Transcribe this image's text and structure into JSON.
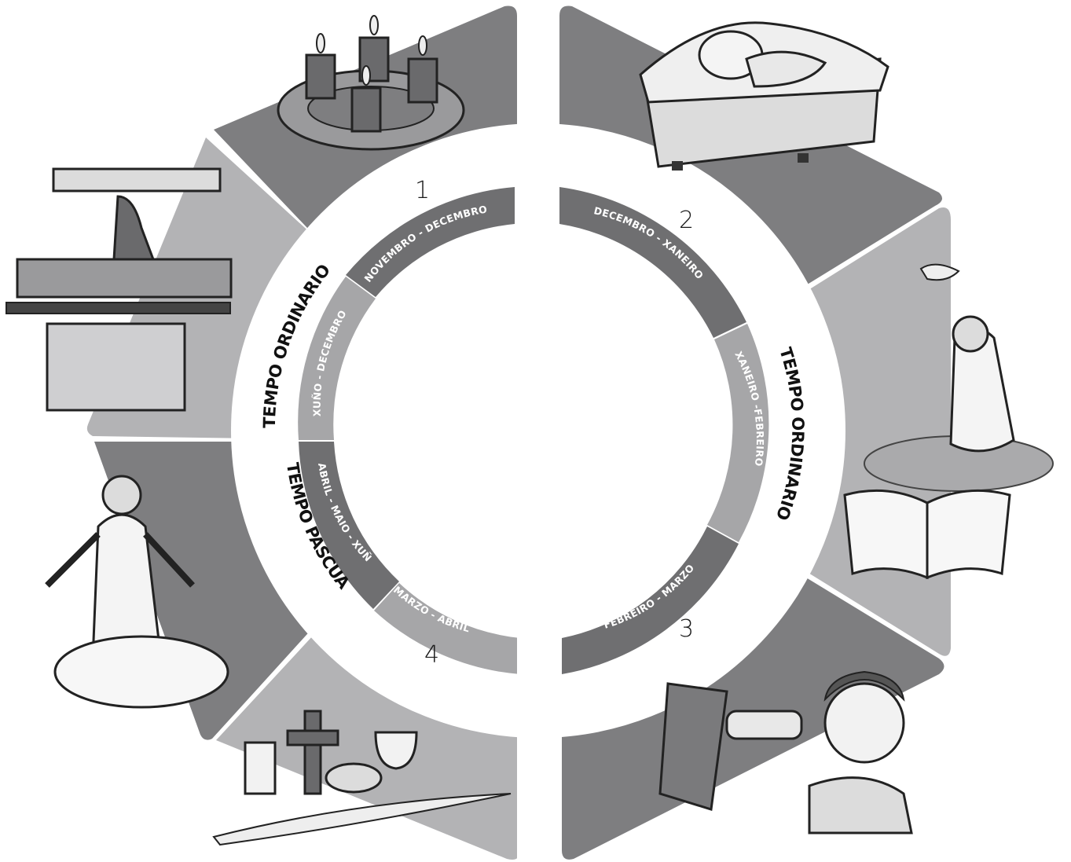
{
  "colors": {
    "outer_light": "#b3b3b5",
    "outer_dark": "#7e7e80",
    "ring_dark": "#6f6f71",
    "ring_light": "#a6a6a8",
    "gap": "#ffffff"
  },
  "quadrants": [
    {
      "number": "1",
      "months": [
        "NOVEMBRO - DECEMBRO",
        "XUÑO - DECEMBRO"
      ]
    },
    {
      "number": "2",
      "months": [
        "DECEMBRO - XANEIRO",
        "XANEIRO -FEBREIRO"
      ]
    },
    {
      "number": "3",
      "months": [
        "FEBREIRO - MARZO"
      ]
    },
    {
      "number": "4",
      "months": [
        "MARZO - ABRIL",
        "ABRIL - MAIO - XUÑO"
      ]
    }
  ],
  "seasons": {
    "left_top": "TEMPO ORDINARIO",
    "left_bottom": "TEMPO PASCUAL",
    "right": "TEMPO ORDINARIO"
  },
  "illustrations": [
    {
      "name": "advent-wreath-icon"
    },
    {
      "name": "manger-baby-icon"
    },
    {
      "name": "baptism-jesus-icon"
    },
    {
      "name": "open-bible-icon"
    },
    {
      "name": "ash-wednesday-boy-icon"
    },
    {
      "name": "easter-candle-cross-bread-chalice-icon"
    },
    {
      "name": "risen-jesus-cloud-icon"
    },
    {
      "name": "procession-float-icon"
    }
  ]
}
